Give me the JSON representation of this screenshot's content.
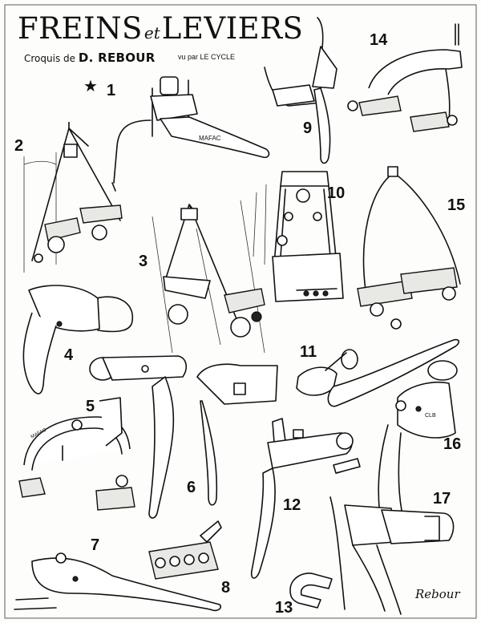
{
  "header": {
    "title_main": "FREINS",
    "title_joiner": "et",
    "title_second": "LEVIERS",
    "croquis_label": "Croquis de",
    "author": "D. REBOUR",
    "vu_par": "vu par LE CYCLE"
  },
  "star_symbol": "★",
  "item_numbers": {
    "n1": "1",
    "n2": "2",
    "n3": "3",
    "n4": "4",
    "n5": "5",
    "n6": "6",
    "n7": "7",
    "n8": "8",
    "n9": "9",
    "n10": "10",
    "n11": "11",
    "n12": "12",
    "n13": "13",
    "n14": "14",
    "n15": "15",
    "n16": "16",
    "n17": "17"
  },
  "engravings": {
    "mafac_1": "MAFAC",
    "mafac_2": "MAFAC",
    "cl": "CLB"
  },
  "signature": "Rebour",
  "colors": {
    "ink": "#111111",
    "paper": "#fdfdfb"
  }
}
